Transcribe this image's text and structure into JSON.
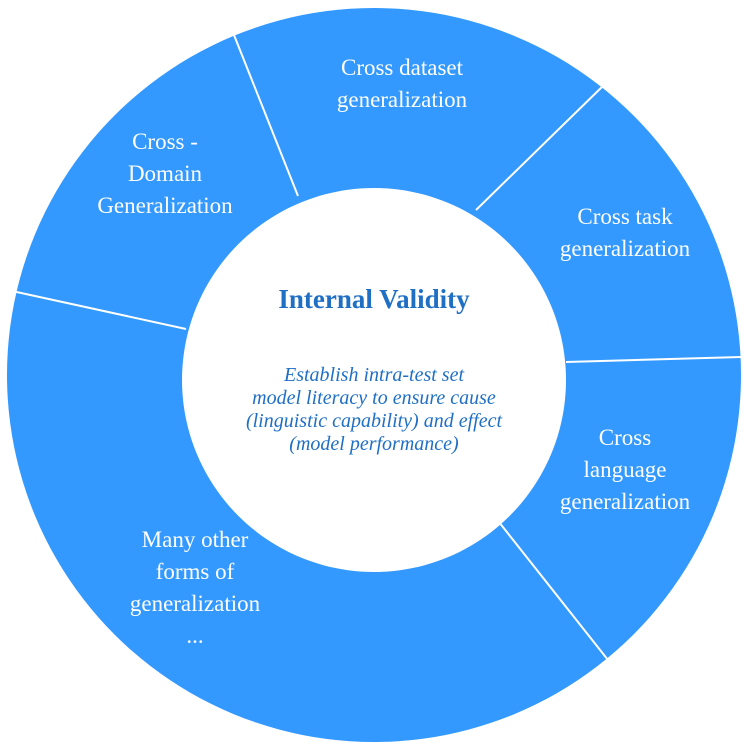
{
  "colors": {
    "segment_fill": "#3399ff",
    "divider": "#ffffff",
    "center_fill": "#ffffff",
    "center_text": "#1f6fc5",
    "segment_text": "#ffffff"
  },
  "center": {
    "title": "Internal Validity",
    "description_lines": [
      "Establish intra-test set",
      "model literacy to ensure cause",
      "(linguistic capability)  and effect",
      "(model performance)"
    ]
  },
  "segments": [
    {
      "lines": [
        "Cross dataset",
        "generalization"
      ]
    },
    {
      "lines": [
        "Cross task",
        "generalization"
      ]
    },
    {
      "lines": [
        "Cross",
        "language",
        "generalization"
      ]
    },
    {
      "lines": [
        "Many other",
        "forms of",
        "generalization",
        "..."
      ]
    },
    {
      "lines": [
        "Cross -",
        "Domain",
        "Generalization"
      ]
    }
  ]
}
